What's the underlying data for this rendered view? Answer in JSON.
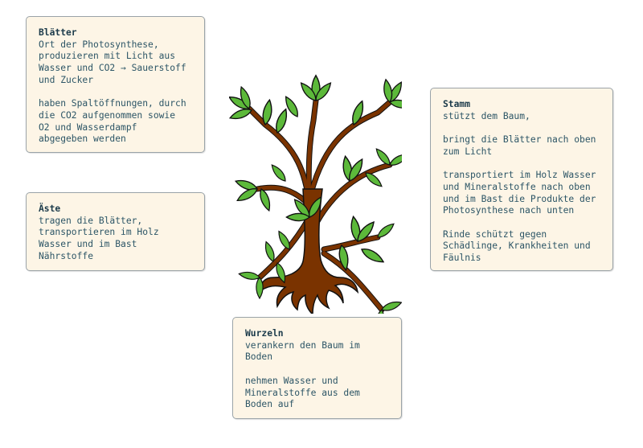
{
  "diagram": {
    "subject": "Baum",
    "colors": {
      "card_background": "#fdf5e6",
      "card_border": "#9aa3a8",
      "title_text": "#1b3a4a",
      "body_text": "#2c5566",
      "trunk": "#7a3300",
      "leaf": "#5cb93a",
      "outline": "#111111"
    }
  },
  "cards": {
    "blaetter": {
      "title": "Blätter",
      "body": "Ort der Photosynthese,\nproduzieren mit Licht aus\nWasser und CO2 → Sauerstoff\nund Zucker\n\nhaben Spaltöffnungen, durch\ndie CO2 aufgenommen sowie\nO2 und Wasserdampf\nabgegeben werden"
    },
    "aeste": {
      "title": "Äste",
      "body": "tragen die Blätter,\ntransportieren im Holz\nWasser und im Bast\nNährstoffe"
    },
    "stamm": {
      "title": "Stamm",
      "body": "stützt dem Baum,\n\nbringt die Blätter nach oben\nzum Licht\n\ntransportiert im Holz Wasser\nund Mineralstoffe nach oben\nund im Bast die Produkte der\nPhotosynthese nach unten\n\nRinde schützt gegen\nSchädlinge, Krankheiten und\nFäulnis"
    },
    "wurzeln": {
      "title": "Wurzeln",
      "body": "verankern den Baum im\nBoden\n\nnehmen Wasser und\nMineralstoffe aus dem\nBoden auf"
    }
  }
}
